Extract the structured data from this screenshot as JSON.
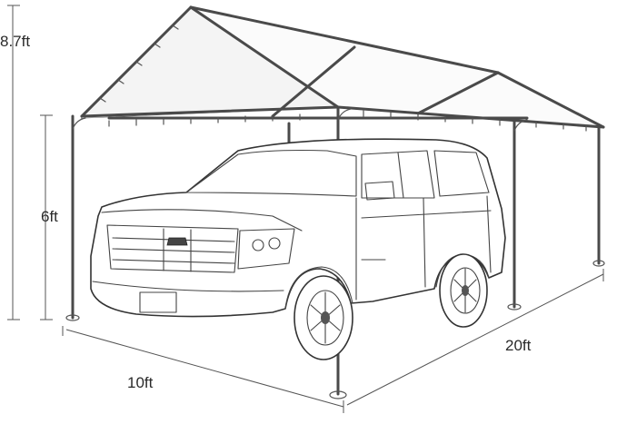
{
  "dimensions": {
    "total_height": "8.7ft",
    "side_height": "6ft",
    "width": "10ft",
    "length": "20ft"
  }
}
